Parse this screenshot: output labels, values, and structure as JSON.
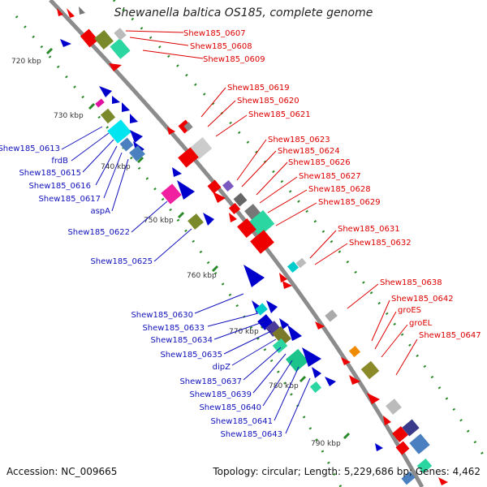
{
  "title": "Shewanella baltica OS185, complete genome",
  "footer": {
    "accession": "Accession: NC_009665",
    "summary": "Topology: circular; Length: 5,229,686 bp; Genes: 4,462"
  },
  "colors": {
    "backbone": "#8c8c8c",
    "forward_label": "#dd0000",
    "reverse_label": "#1111bb",
    "tick": "#2a8a2a"
  },
  "kbp_labels": [
    "720 kbp",
    "730 kbp",
    "740 kbp",
    "750 kbp",
    "760 kbp",
    "770 kbp",
    "780 kbp",
    "790 kbp"
  ],
  "forward_genes": [
    "Shew185_0607",
    "Shew185_0608",
    "Shew185_0609",
    "Shew185_0619",
    "Shew185_0620",
    "Shew185_0621",
    "Shew185_0623",
    "Shew185_0624",
    "Shew185_0626",
    "Shew185_0627",
    "Shew185_0628",
    "Shew185_0629",
    "Shew185_0631",
    "Shew185_0632",
    "Shew185_0638",
    "Shew185_0642",
    "groES",
    "groEL",
    "Shew185_0647"
  ],
  "reverse_genes": [
    "Shew185_0613",
    "frdB",
    "Shew185_0615",
    "Shew185_0616",
    "Shew185_0617",
    "aspA",
    "Shew185_0622",
    "Shew185_0625",
    "Shew185_0630",
    "Shew185_0633",
    "Shew185_0634",
    "Shew185_0635",
    "dipZ",
    "Shew185_0637",
    "Shew185_0639",
    "Shew185_0640",
    "Shew185_0641",
    "Shew185_0643"
  ]
}
